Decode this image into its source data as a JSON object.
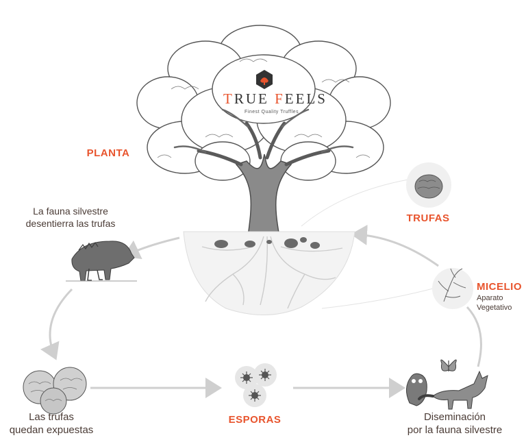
{
  "brand": {
    "name": "True Feels",
    "tagline": "Finest Quality Truffles",
    "accent_color": "#e8542d"
  },
  "stages": {
    "planta": "PLANTA",
    "trufas": "TRUFAS",
    "micelio_title": "MICELIO",
    "micelio_sub1": "Aparato",
    "micelio_sub2": "Vegetativo",
    "fauna_line1": "La fauna silvestre",
    "fauna_line2": "desentierra las trufas",
    "expuestas_line1": "Las trufas",
    "expuestas_line2": "quedan expuestas",
    "esporas": "ESPORAS",
    "diseminacion_line1": "Diseminación",
    "diseminacion_line2": "por la fauna silvestre"
  },
  "icons": {
    "tree": "oak-tree-illustration",
    "boar": "wild-boar-icon",
    "truffles": "truffles-icon",
    "spores": "spores-icon",
    "animals": "owl-fox-butterfly-icon",
    "mycelium": "mycelium-icon",
    "truffle": "truffle-icon"
  }
}
